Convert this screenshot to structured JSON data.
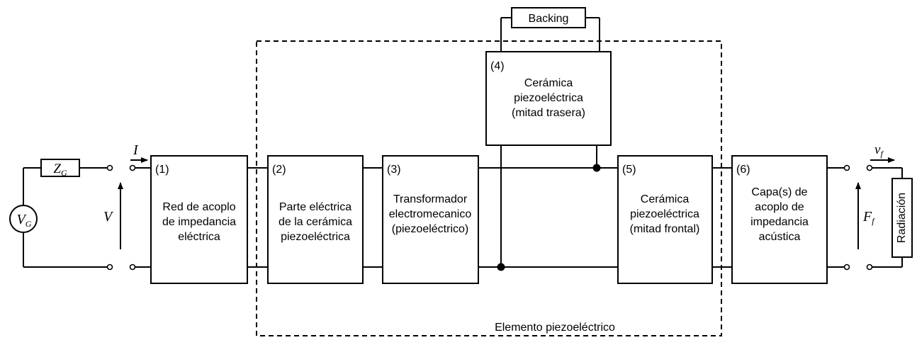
{
  "source": {
    "label_main": "V",
    "label_sub": "G"
  },
  "impedance": {
    "label_main": "Z",
    "label_sub": "G"
  },
  "current_label": "I",
  "voltage_label": "V",
  "blocks": [
    {
      "num": "(1)",
      "lines": [
        "Red de acoplo",
        "de impedancia",
        "eléctrica"
      ]
    },
    {
      "num": "(2)",
      "lines": [
        "Parte eléctrica",
        "de la cerámica",
        "piezoeléctrica"
      ]
    },
    {
      "num": "(3)",
      "lines": [
        "Transformador",
        "electromecanico",
        "(piezoeléctrico)"
      ]
    },
    {
      "num": "(4)",
      "lines": [
        "Cerámica",
        "piezoeléctrica",
        "(mitad trasera)"
      ]
    },
    {
      "num": "(5)",
      "lines": [
        "Cerámica",
        "piezoeléctrica",
        "(mitad frontal)"
      ]
    },
    {
      "num": "(6)",
      "lines": [
        "Capa(s) de",
        "acoplo de",
        "impedancia",
        "acústica"
      ]
    }
  ],
  "backing_label": "Backing",
  "element_label": "Elemento piezoeléctrico",
  "velocity": {
    "label_main": "v",
    "label_sub": "f"
  },
  "force": {
    "label_main": "F",
    "label_sub": "f"
  },
  "radiation_label": "Radiación"
}
